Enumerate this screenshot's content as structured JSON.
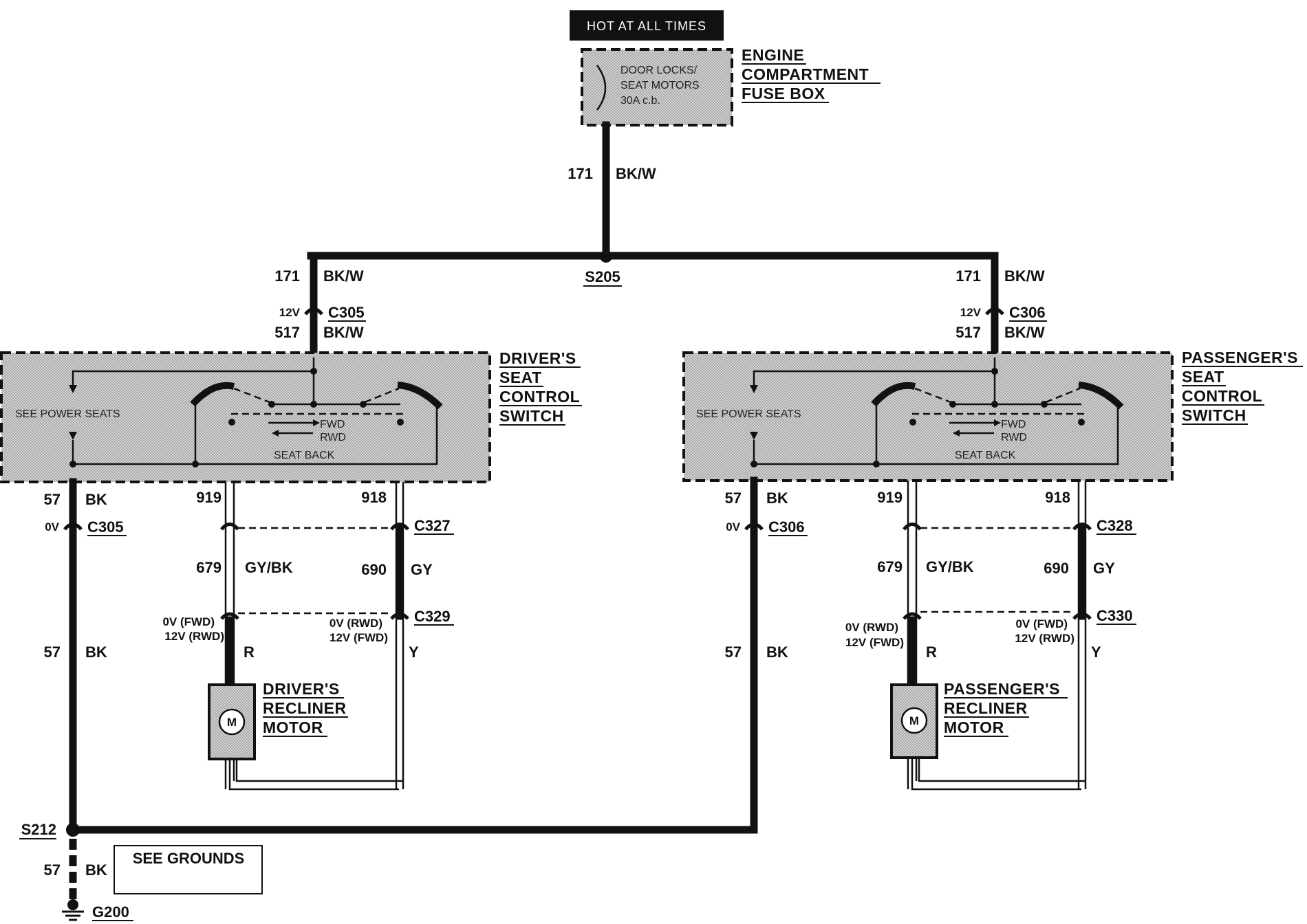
{
  "hot_label": "HOT AT ALL TIMES",
  "fuse": {
    "line1": "DOOR LOCKS/",
    "line2": "SEAT MOTORS",
    "line3": "30A c.b."
  },
  "fuse_box_title": [
    "ENGINE",
    "COMPARTMENT",
    "FUSE BOX"
  ],
  "wire_171": {
    "circuit": "171",
    "color": "BK/W"
  },
  "wire_517": {
    "circuit": "517",
    "color": "BK/W"
  },
  "splice_s205": "S205",
  "splice_s212": "S212",
  "ground_g200": "G200",
  "see_grounds": "SEE GROUNDS",
  "driver": {
    "switch_title": [
      "DRIVER'S",
      "SEAT",
      "CONTROL",
      "SWITCH"
    ],
    "see_power_seats": "SEE POWER SEATS",
    "fwd": "FWD",
    "rwd": "RWD",
    "seat_back": "SEAT BACK",
    "conn_top": "C305",
    "conn_top_v": "12V",
    "conn_gnd": "C305",
    "conn_gnd_v": "0V",
    "conn_mid": "C327",
    "conn_low": "C329",
    "w919": "919",
    "w918": "918",
    "w679": "679",
    "w679_color": "GY/BK",
    "w690": "690",
    "w690_color": "GY",
    "left_v1": "0V (FWD)",
    "left_v2": "12V (RWD)",
    "right_v1": "0V (RWD)",
    "right_v2": "12V (FWD)",
    "r": "R",
    "y": "Y",
    "motor_title": [
      "DRIVER'S",
      "RECLINER",
      "MOTOR"
    ],
    "motor_symbol": "M"
  },
  "passenger": {
    "switch_title": [
      "PASSENGER'S",
      "SEAT",
      "CONTROL",
      "SWITCH"
    ],
    "see_power_seats": "SEE POWER SEATS",
    "fwd": "FWD",
    "rwd": "RWD",
    "seat_back": "SEAT BACK",
    "conn_top": "C306",
    "conn_top_v": "12V",
    "conn_gnd": "C306",
    "conn_gnd_v": "0V",
    "conn_mid": "C328",
    "conn_low": "C330",
    "w919": "919",
    "w918": "918",
    "w679": "679",
    "w679_color": "GY/BK",
    "w690": "690",
    "w690_color": "GY",
    "left_v1": "0V (RWD)",
    "left_v2": "12V (FWD)",
    "right_v1": "0V (FWD)",
    "right_v2": "12V (RWD)",
    "r": "R",
    "y": "Y",
    "motor_title": [
      "PASSENGER'S",
      "RECLINER",
      "MOTOR"
    ],
    "motor_symbol": "M"
  },
  "wire_57": {
    "circuit": "57",
    "color": "BK"
  }
}
